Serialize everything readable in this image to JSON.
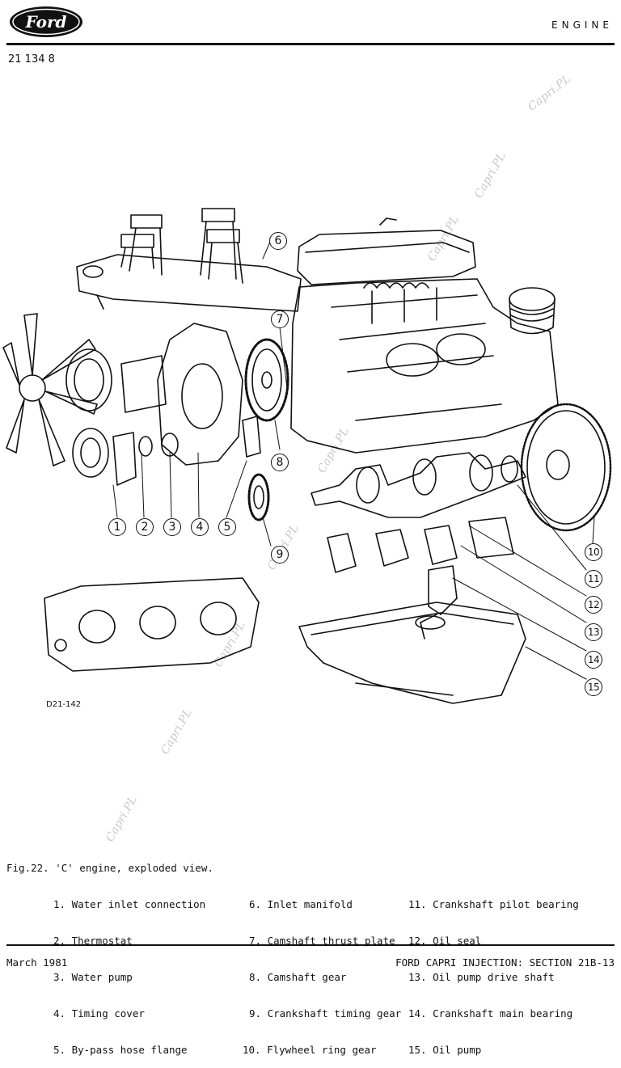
{
  "header": {
    "logo_text": "Ford",
    "section": "ENGINE",
    "page_code": "21 134 8"
  },
  "figure": {
    "callouts": [
      "1",
      "2",
      "3",
      "4",
      "5",
      "6",
      "7",
      "8",
      "9",
      "10",
      "11",
      "12",
      "13",
      "14",
      "15"
    ],
    "drawing_id": "D21-142",
    "watermark": "Capri.PL"
  },
  "caption": {
    "title": "Fig.22. 'C' engine, exploded view.",
    "legend_col1": [
      "1. Water inlet connection",
      "2. Thermostat",
      "3. Water pump",
      "4. Timing cover",
      "5. By-pass hose flange"
    ],
    "legend_col2": [
      "6. Inlet manifold",
      "7. Camshaft thrust plate",
      "8. Camshaft gear",
      "9. Crankshaft timing gear",
      "10. Flywheel ring gear"
    ],
    "legend_col3": [
      "11. Crankshaft pilot bearing",
      "12. Oil seal",
      "13. Oil pump drive shaft",
      "14. Crankshaft main bearing",
      "15. Oil pump"
    ]
  },
  "footer": {
    "date": "March 1981",
    "reference": "FORD CAPRI INJECTION: SECTION 21B-13"
  }
}
